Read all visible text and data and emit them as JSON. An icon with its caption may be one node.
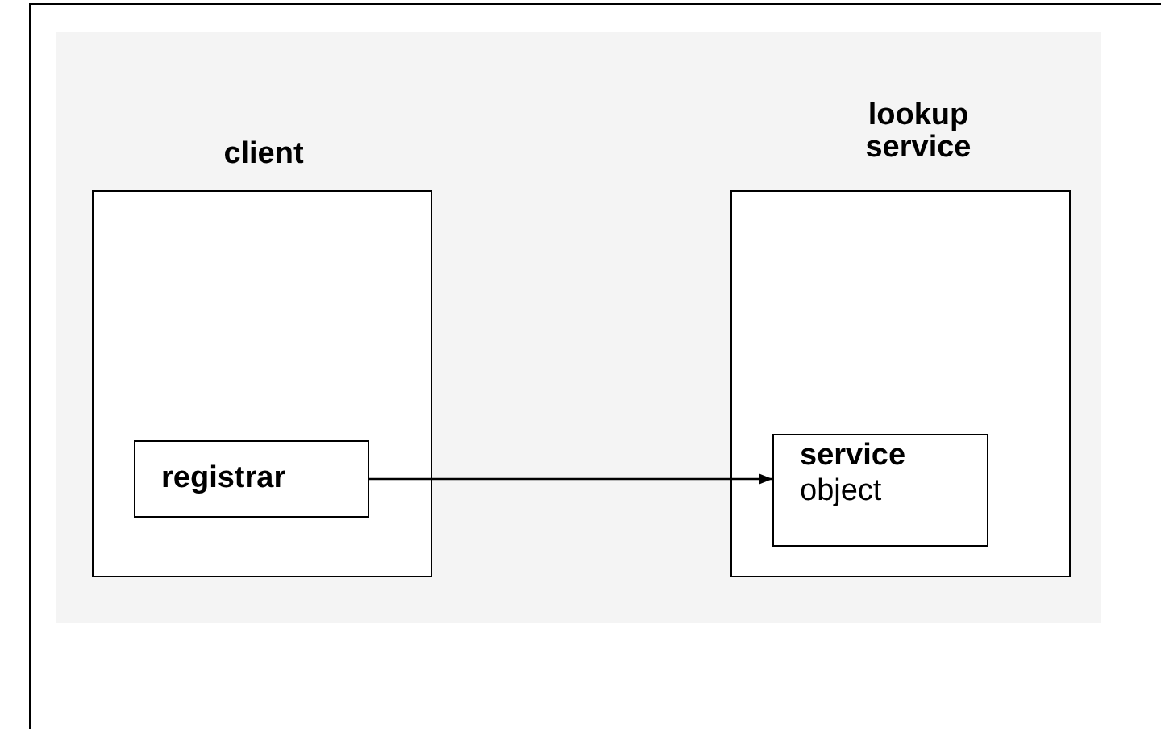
{
  "diagram": {
    "nodes": [
      {
        "text": [
          "client"
        ]
      },
      {
        "text": [
          "registrar"
        ],
        "in": 0
      },
      {
        "text": [
          "lookup service"
        ]
      },
      {
        "text": [
          "service",
          "object"
        ],
        "in": 2
      }
    ],
    "edges": [
      {
        "from": 1,
        "to": 3,
        "arrow": "to"
      }
    ]
  }
}
